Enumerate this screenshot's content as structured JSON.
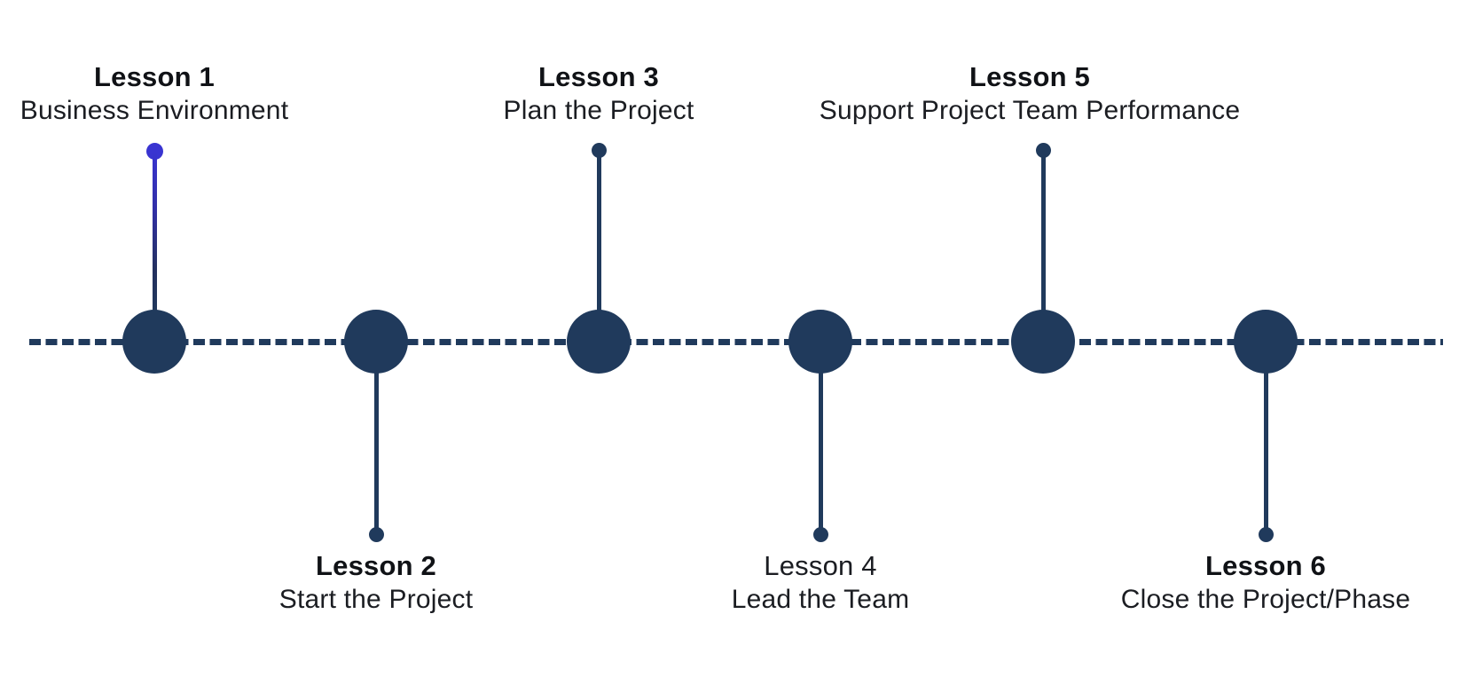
{
  "diagram": {
    "type": "timeline",
    "orientation": "horizontal",
    "axis_style": "dashed",
    "colors": {
      "node": "#203A5C",
      "axis": "#203A5C",
      "accent_dot": "#3934D1",
      "text": "#14161A",
      "background": "#FFFFFF"
    },
    "items": [
      {
        "title": "Lesson 1",
        "subtitle": "Business Environment",
        "side": "above",
        "title_bold": true,
        "accent_marker": true
      },
      {
        "title": "Lesson 2",
        "subtitle": "Start the Project",
        "side": "below",
        "title_bold": true,
        "accent_marker": false
      },
      {
        "title": "Lesson 3",
        "subtitle": "Plan the Project",
        "side": "above",
        "title_bold": true,
        "accent_marker": false
      },
      {
        "title": "Lesson 4",
        "subtitle": "Lead the Team",
        "side": "below",
        "title_bold": false,
        "accent_marker": false
      },
      {
        "title": "Lesson 5",
        "subtitle": "Support Project Team Performance",
        "side": "above",
        "title_bold": true,
        "accent_marker": false
      },
      {
        "title": "Lesson 6",
        "subtitle": "Close the Project/Phase",
        "side": "below",
        "title_bold": true,
        "accent_marker": false
      }
    ]
  }
}
